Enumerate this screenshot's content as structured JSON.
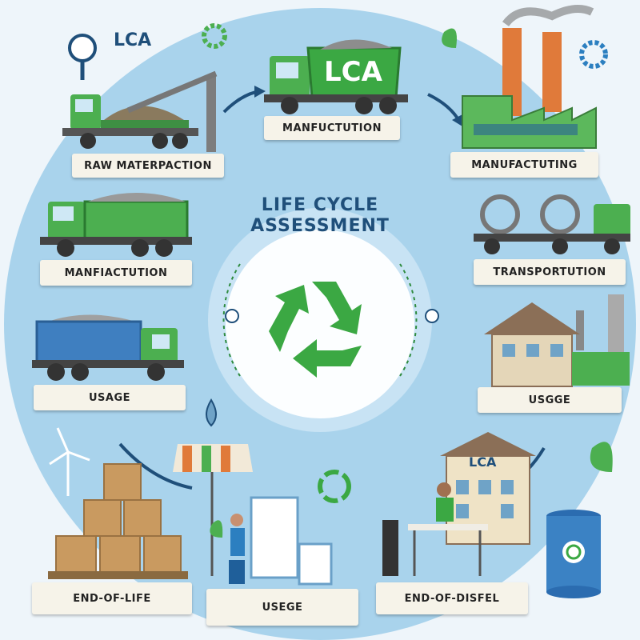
{
  "brand": {
    "text": "LCA"
  },
  "center": {
    "line1": "LIFE CYCLE",
    "line2": "ASSESSMENT"
  },
  "truck_sign": "LCA",
  "building_sign": "LCA",
  "stages": {
    "raw": "RAW MATERPACTION",
    "manf_top": "MANFUCTUTION",
    "manufacturing": "MANUFACTUTING",
    "manf_left": "MANFIACTUTION",
    "transport": "TRANSPORTUTION",
    "usage_left": "USAGE",
    "usage_right": "USGGE",
    "end_of_life": "END-OF-LIFE",
    "usage_bottom": "USEGE",
    "end_disposal": "END-OF-DISFEL"
  },
  "colors": {
    "circle": "#a9d3ec",
    "inner_circle": "#dcedf8",
    "truck_green": "#4caf50",
    "recycle_green": "#3ba843",
    "factory_green": "#5cb85c",
    "chimney": "#e07a3a"
  },
  "icons": [
    "magnifier-icon",
    "gear-icon",
    "leaf-icon",
    "recycle-icon",
    "wind-turbine-icon",
    "recycle-bin-icon",
    "water-drop-icon"
  ]
}
